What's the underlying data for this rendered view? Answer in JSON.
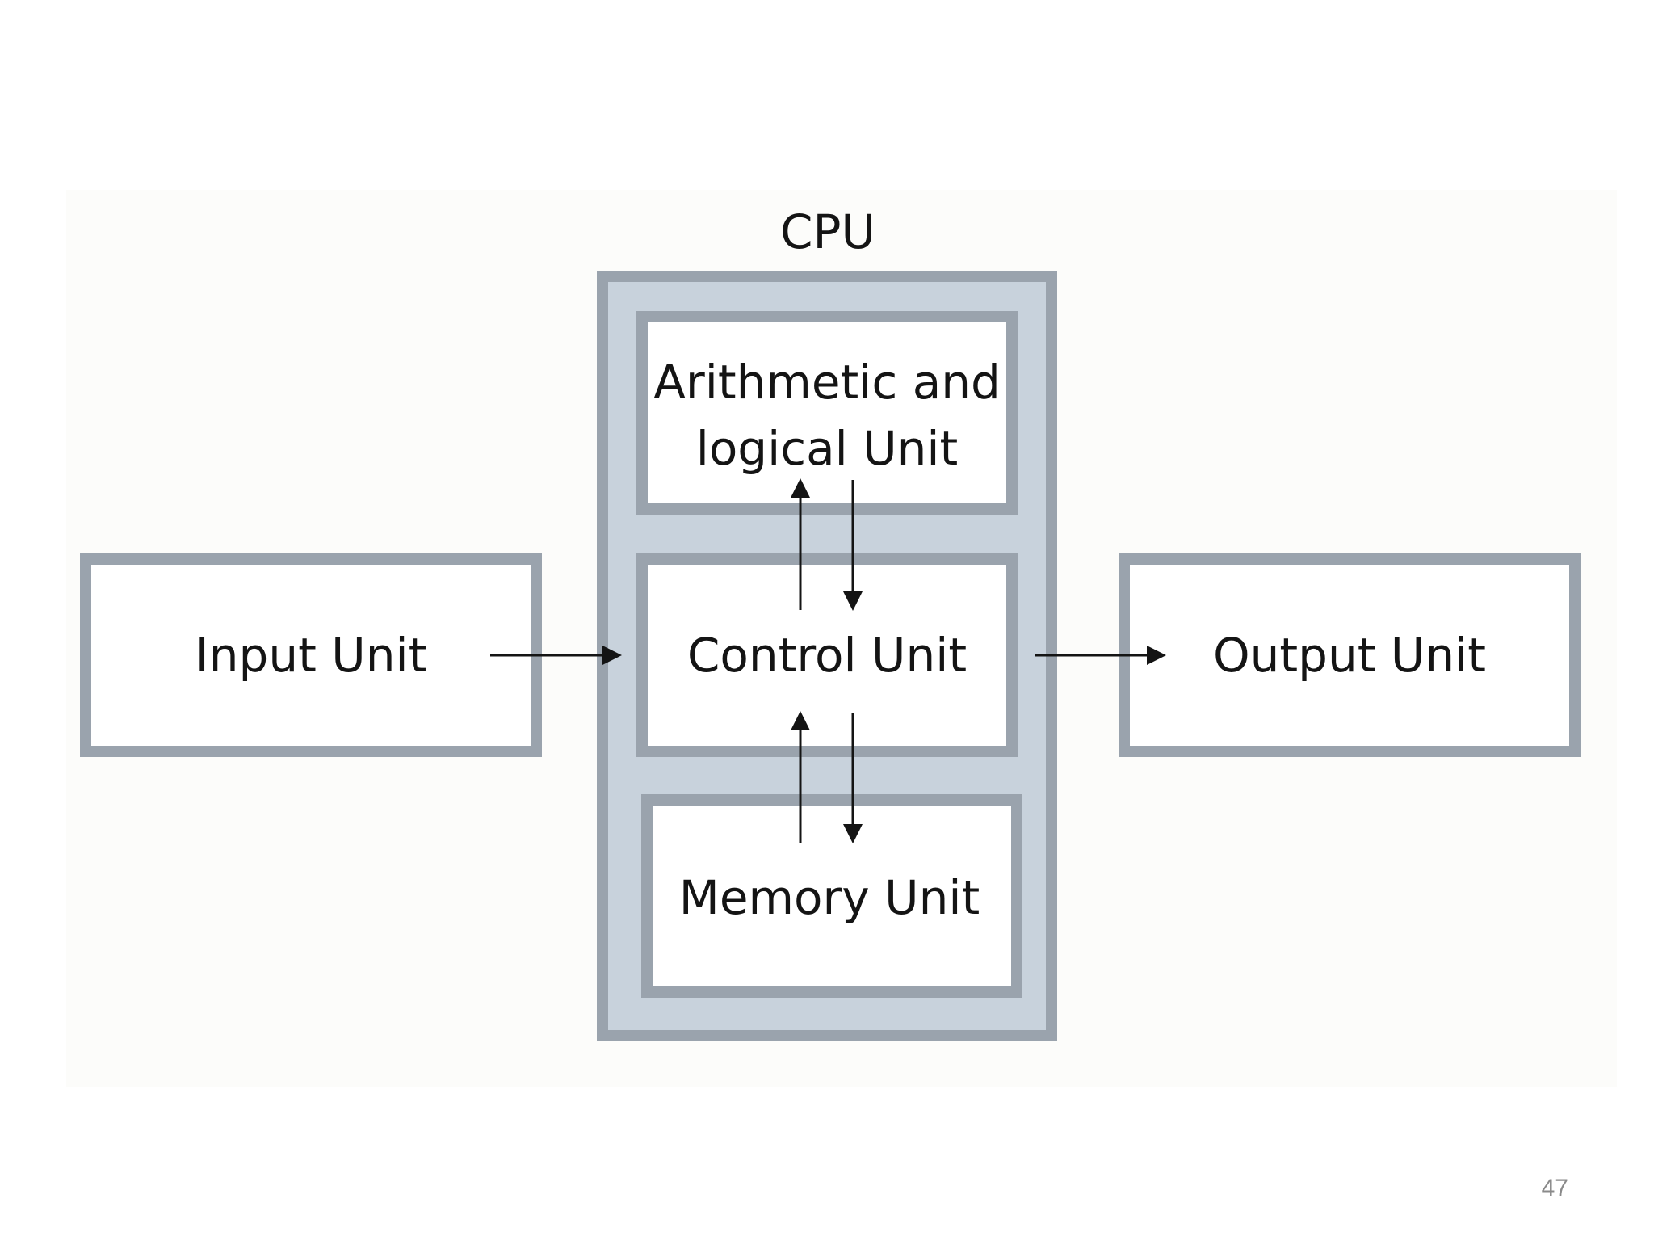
{
  "diagram": {
    "cpu_label": "CPU",
    "alu_line1": "Arithmetic and",
    "alu_line2": "logical Unit",
    "control_unit": "Control Unit",
    "memory_unit": "Memory Unit",
    "input_unit": "Input Unit",
    "output_unit": "Output Unit",
    "colors": {
      "box_border": "#9aa3ad",
      "cpu_fill": "#c8d2dc",
      "box_fill": "#ffffff",
      "text": "#141414"
    }
  },
  "page_number": "47"
}
